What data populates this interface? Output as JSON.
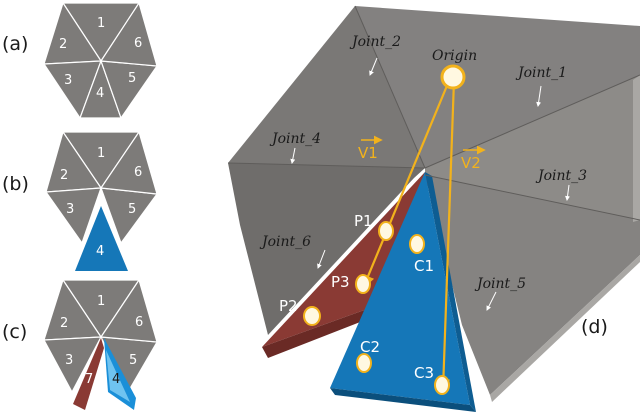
{
  "panels": {
    "a": "(a)",
    "b": "(b)",
    "c": "(c)",
    "d": "(d)"
  },
  "panel_a_triangles": [
    "1",
    "2",
    "3",
    "4",
    "5",
    "6"
  ],
  "panel_b_triangles": [
    "1",
    "2",
    "3",
    "4",
    "5",
    "6"
  ],
  "panel_c_triangles": [
    "1",
    "2",
    "3",
    "7",
    "4",
    "5",
    "6"
  ],
  "joints": {
    "joint_1": "Joint_1",
    "joint_2": "Joint_2",
    "joint_3": "Joint_3",
    "joint_4": "Joint_4",
    "joint_5": "Joint_5",
    "joint_6": "Joint_6"
  },
  "points": {
    "origin": "Origin",
    "p1": "P1",
    "p2": "P2",
    "p3": "P3",
    "c1": "C1",
    "c2": "C2",
    "c3": "C3"
  },
  "vectors": {
    "v1": "V1",
    "v2": "V2"
  },
  "colors": {
    "panel_gray": "#7c7a78",
    "panel_light": "#8e8c89",
    "blue": "#1577b8",
    "red": "#8a3a34",
    "arrow": "#f2b21c",
    "marker_fill": "#fff8e1"
  }
}
